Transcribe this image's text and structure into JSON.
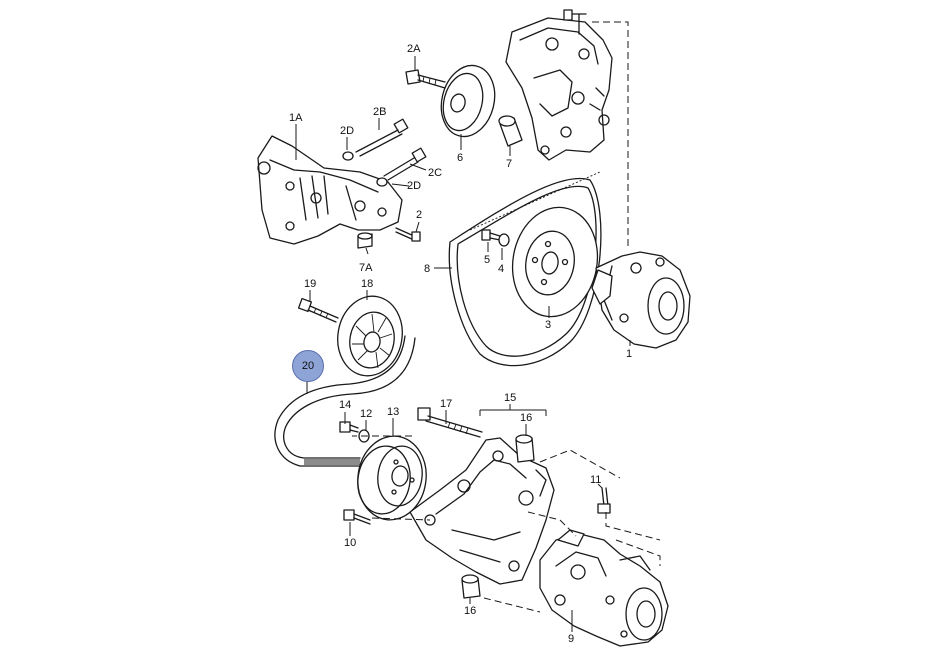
{
  "highlight_color": "#8fa4d6",
  "labels": {
    "l1A": "1A",
    "l2A": "2A",
    "l2B": "2B",
    "l2C": "2C",
    "l2D_a": "2D",
    "l2D_b": "2D",
    "l2": "2",
    "l6": "6",
    "l7": "7",
    "l7A": "7A",
    "l8": "8",
    "l5": "5",
    "l4": "4",
    "l3": "3",
    "l1": "1",
    "l19": "19",
    "l18": "18",
    "l20": "20",
    "l14": "14",
    "l12": "12",
    "l13": "13",
    "l17": "17",
    "l15": "15",
    "l16_a": "16",
    "l16_b": "16",
    "l11": "11",
    "l10": "10",
    "l9": "9"
  },
  "icons": {
    "belt_main": "poly-v-belt-icon",
    "belt_small": "ribbed-belt-icon",
    "pulley": "pulley-icon",
    "bolt": "bolt-icon",
    "bracket": "bracket-icon",
    "pump": "power-steering-pump-icon",
    "tensioner": "tensioner-pulley-icon"
  }
}
